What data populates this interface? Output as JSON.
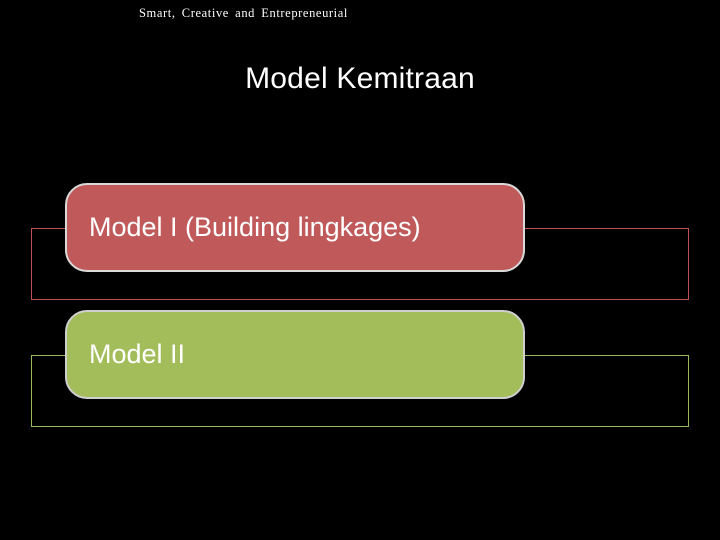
{
  "slide": {
    "background_color": "#000000",
    "header_text": "Smart,  Creative  and  Entrepreneurial",
    "title": "Model Kemitraan",
    "items": [
      {
        "label": "Model I (Building lingkages)",
        "fill_color": "#c0595a",
        "outline_color": "#c0504d",
        "text_color": "#ffffff"
      },
      {
        "label": "Model II",
        "fill_color": "#a2bd5a",
        "outline_color": "#9bbb59",
        "text_color": "#ffffff"
      }
    ]
  }
}
